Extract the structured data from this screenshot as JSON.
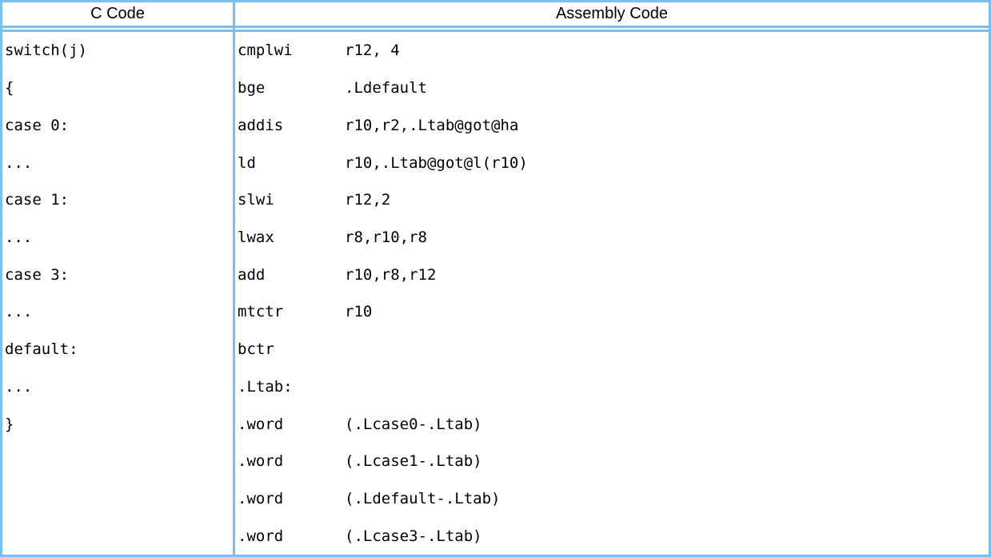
{
  "theme": {
    "border_color": "#78bef0",
    "text_color": "#000000",
    "background": "#ffffff"
  },
  "table": {
    "headers": [
      "C Code",
      "Assembly Code"
    ],
    "c_code": [
      "switch(j)",
      "{",
      "case 0:",
      "...",
      "case 1:",
      "...",
      "case 3:",
      "...",
      "default:",
      "...",
      "}"
    ],
    "assembly": [
      {
        "mnemonic": "cmplwi",
        "operands": "r12, 4"
      },
      {
        "mnemonic": "bge",
        "operands": ".Ldefault"
      },
      {
        "mnemonic": "addis",
        "operands": "r10,r2,.Ltab@got@ha"
      },
      {
        "mnemonic": "ld",
        "operands": "r10,.Ltab@got@l(r10)"
      },
      {
        "mnemonic": "slwi",
        "operands": "r12,2"
      },
      {
        "mnemonic": "lwax",
        "operands": "r8,r10,r8"
      },
      {
        "mnemonic": "add",
        "operands": "r10,r8,r12"
      },
      {
        "mnemonic": "mtctr",
        "operands": "r10"
      },
      {
        "mnemonic": "bctr",
        "operands": ""
      },
      {
        "mnemonic": ".Ltab:",
        "operands": ""
      },
      {
        "mnemonic": ".word",
        "operands": "(.Lcase0-.Ltab)"
      },
      {
        "mnemonic": ".word",
        "operands": "(.Lcase1-.Ltab)"
      },
      {
        "mnemonic": ".word",
        "operands": "(.Ldefault-.Ltab)"
      },
      {
        "mnemonic": ".word",
        "operands": "(.Lcase3-.Ltab)"
      }
    ]
  }
}
